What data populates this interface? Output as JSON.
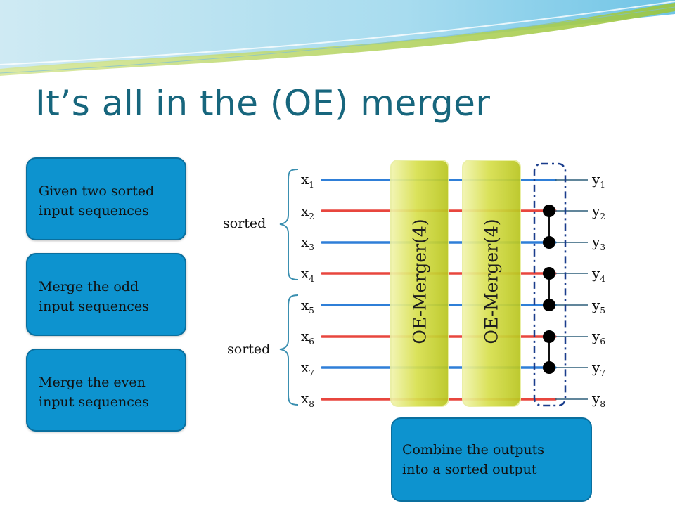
{
  "title": "It’s all in the (OE) merger",
  "left_boxes": [
    {
      "line1": "Given two sorted",
      "line2": "input sequences"
    },
    {
      "line1": "Merge the odd",
      "line2": "input sequences"
    },
    {
      "line1": "Merge the even",
      "line2": "input sequences"
    }
  ],
  "combine_box": {
    "line1": "Combine the outputs",
    "line2": "into a sorted output"
  },
  "mergers": [
    "OE-Merger(4)",
    "OE-Merger(4)"
  ],
  "sorted_labels": [
    "sorted",
    "sorted"
  ],
  "inputs": [
    "x",
    "x",
    "x",
    "x",
    "x",
    "x",
    "x",
    "x"
  ],
  "input_subs": [
    "1",
    "2",
    "3",
    "4",
    "5",
    "6",
    "7",
    "8"
  ],
  "outputs": [
    "y",
    "y",
    "y",
    "y",
    "y",
    "y",
    "y",
    "y"
  ],
  "output_subs": [
    "1",
    "2",
    "3",
    "4",
    "5",
    "6",
    "7",
    "8"
  ],
  "colors": {
    "title": "#17667d",
    "box": "#0d93cf",
    "odd_wire": "#2f7fd8",
    "even_wire": "#e8463e",
    "merger": "#c9d63a"
  }
}
